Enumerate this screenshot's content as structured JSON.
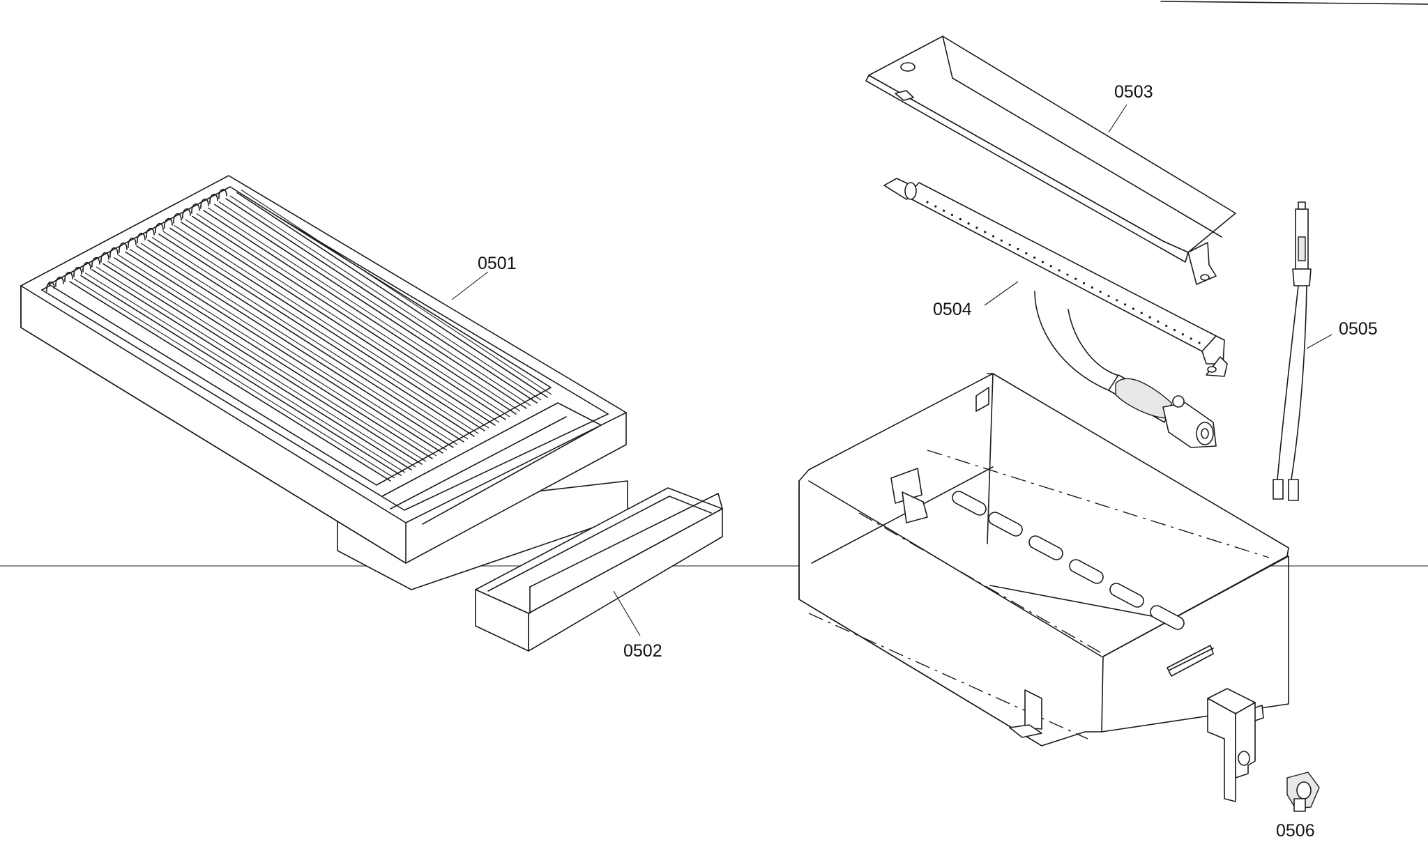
{
  "parts": [
    {
      "id": "0501",
      "label": "0501"
    },
    {
      "id": "0502",
      "label": "0502"
    },
    {
      "id": "0503",
      "label": "0503"
    },
    {
      "id": "0504",
      "label": "0504"
    },
    {
      "id": "0505",
      "label": "0505"
    },
    {
      "id": "0506",
      "label": "0506"
    }
  ],
  "colors": {
    "line": "#1a1a1a",
    "background": "#ffffff"
  }
}
